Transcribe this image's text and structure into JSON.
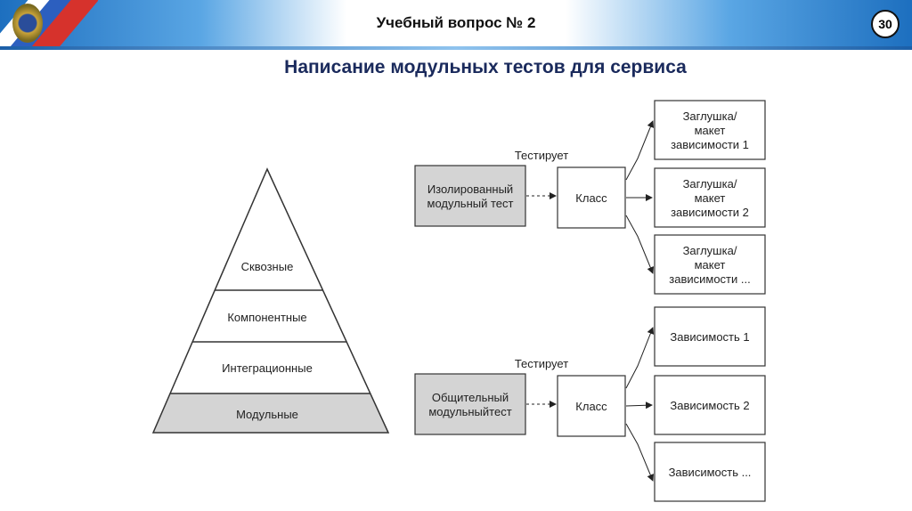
{
  "header": {
    "title": "Учебный вопрос № 2",
    "page_number": "30"
  },
  "slide_title": "Написание модульных тестов для сервиса",
  "pyramid": {
    "layers": [
      "Сквозные",
      "Компонентные",
      "Интеграционные",
      "Модульные"
    ],
    "highlighted": "Модульные"
  },
  "isolated": {
    "edge_label": "Тестирует",
    "test": [
      "Изолированный",
      "модульный тест"
    ],
    "class": "Класс",
    "deps": [
      [
        "Заглушка/",
        "макет",
        "зависимости 1"
      ],
      [
        "Заглушка/",
        "макет",
        "зависимости 2"
      ],
      [
        "Заглушка/",
        "макет",
        "зависимости ..."
      ]
    ]
  },
  "sociable": {
    "edge_label": "Тестирует",
    "test": [
      "Общительный",
      "модульныйтест"
    ],
    "class": "Класс",
    "deps": [
      [
        "Зависимость 1"
      ],
      [
        "Зависимость 2"
      ],
      [
        "Зависимость ..."
      ]
    ]
  },
  "colors": {
    "gray_fill": "#d4d4d4",
    "stroke": "#333333",
    "title": "#1a2a5c"
  }
}
